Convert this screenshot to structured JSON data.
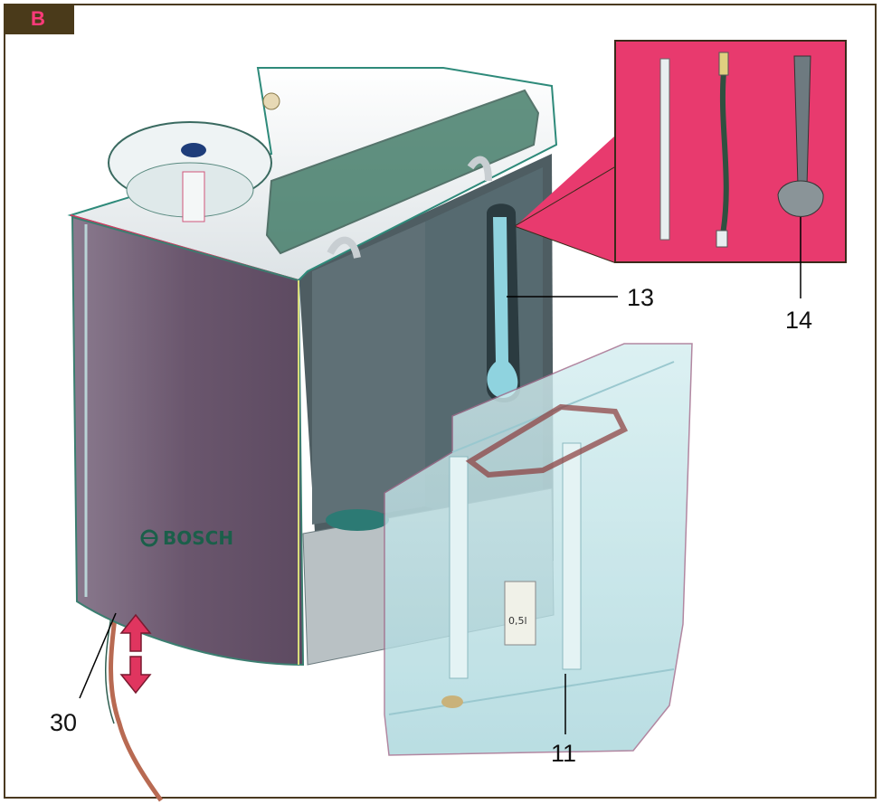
{
  "panel": {
    "letter": "B"
  },
  "callouts": {
    "c13": "13",
    "c14": "14",
    "c30": "30",
    "c11": "11"
  },
  "device": {
    "brand": "BOSCH",
    "tank_level_mark": "0,5l"
  },
  "colors": {
    "frame": "#4a3a20",
    "tag_bg": "#4a3a1a",
    "tag_text": "#ff3a7a",
    "inset_bg": "#e83a6e",
    "body_side": "#6e5a70",
    "tank": "#bfe3e6",
    "arrow": "#e0355f"
  },
  "icons": [
    "up-down-arrow-icon",
    "brand-logo-icon"
  ]
}
